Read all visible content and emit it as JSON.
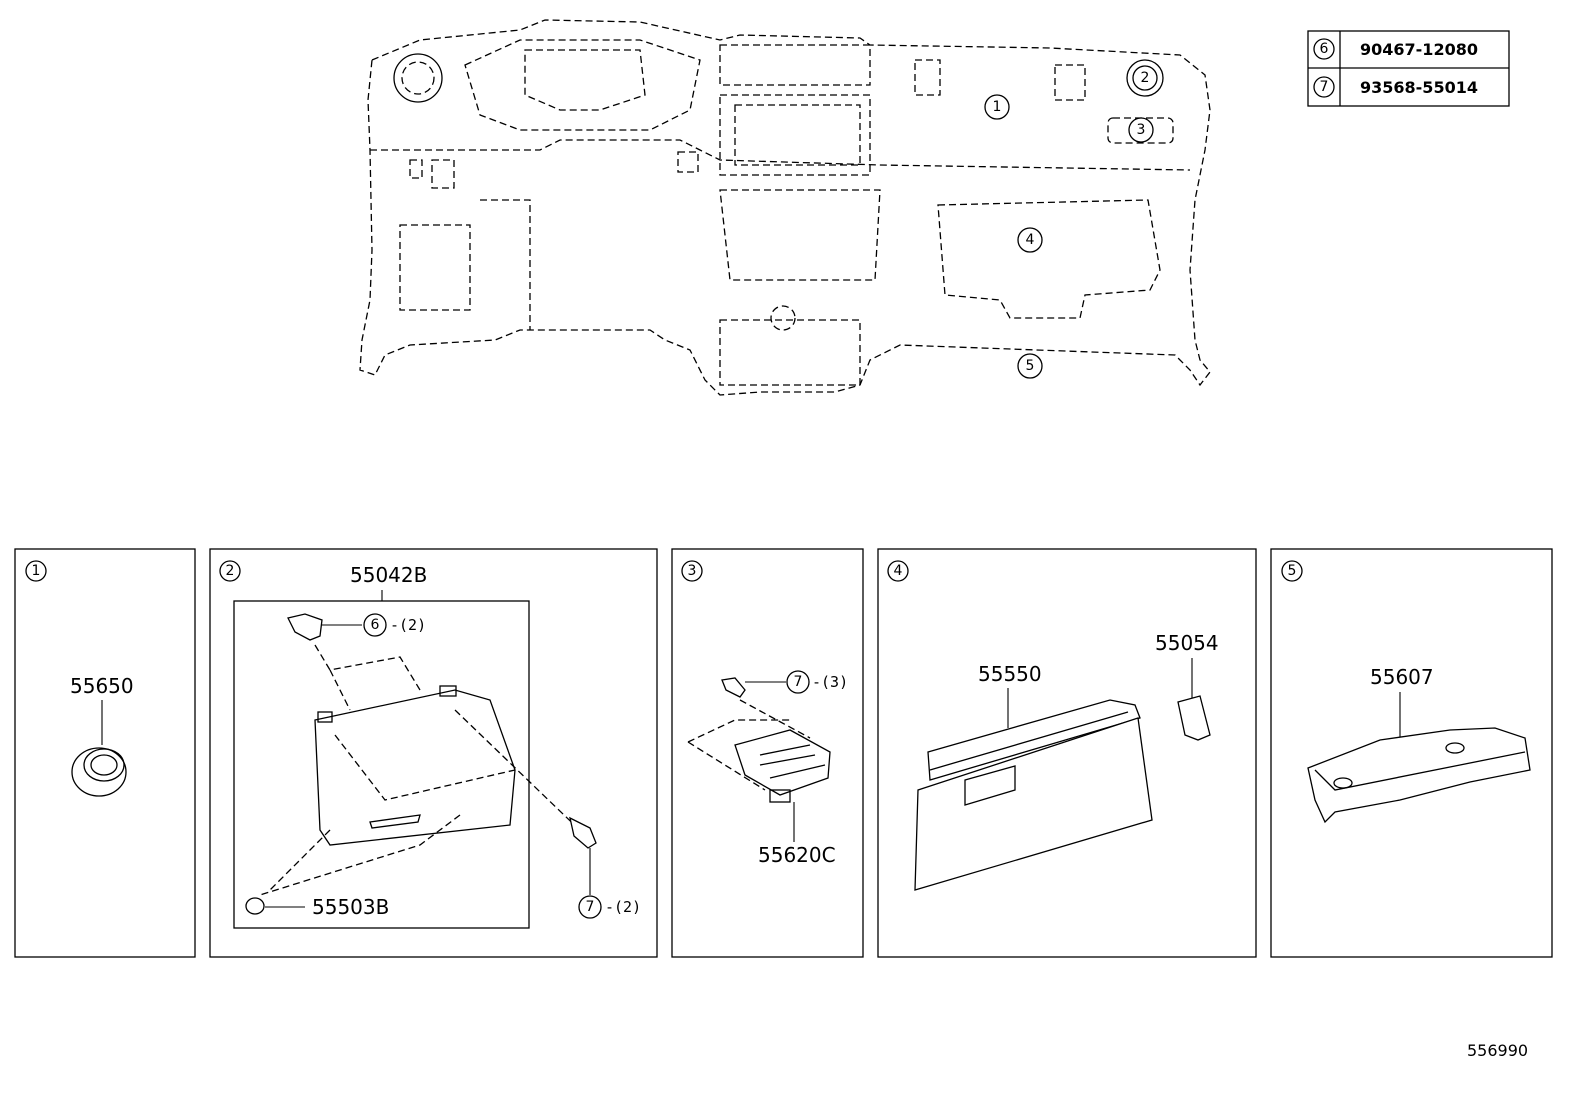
{
  "fastener_table": {
    "rows": [
      {
        "ref": "6",
        "part": "90467-12080"
      },
      {
        "ref": "7",
        "part": "93568-55014"
      }
    ]
  },
  "overview": {
    "callouts": [
      "1",
      "2",
      "3",
      "4",
      "5"
    ]
  },
  "panels": [
    {
      "ref": "1",
      "parts": [
        "55650"
      ]
    },
    {
      "ref": "2",
      "parts": [
        "55042B",
        "55503B"
      ],
      "fastener_6_qty": "-(2)",
      "fastener_7_qty": "-(2)",
      "ref6": "6",
      "ref7": "7"
    },
    {
      "ref": "3",
      "parts": [
        "55620C"
      ],
      "fastener_7_qty": "-(3)",
      "ref7": "7"
    },
    {
      "ref": "4",
      "parts": [
        "55550",
        "55054"
      ]
    },
    {
      "ref": "5",
      "parts": [
        "55607"
      ]
    }
  ],
  "illustration_number": "556990"
}
